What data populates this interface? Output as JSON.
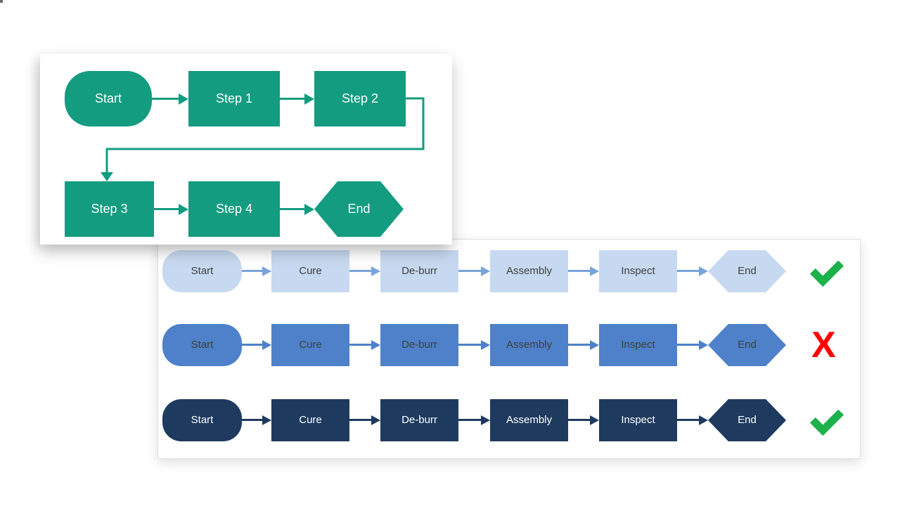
{
  "colors": {
    "green": "#139C80",
    "light_blue": "#C7D9F0",
    "light_arrow": "#7AA3DB",
    "medium_blue": "#4E81C9",
    "dark_navy": "#1E3A5F",
    "pass_green": "#1CB14B",
    "fail_red": "#FF0000",
    "text_dark": "#3F3F3F"
  },
  "example_flowchart": {
    "nodes": [
      {
        "shape": "stadium",
        "label": "Start"
      },
      {
        "shape": "rect",
        "label": "Step 1"
      },
      {
        "shape": "rect",
        "label": "Step 2"
      },
      {
        "shape": "rect",
        "label": "Step 3"
      },
      {
        "shape": "rect",
        "label": "Step 4"
      },
      {
        "shape": "hexagon",
        "label": "End"
      }
    ]
  },
  "comparison_panel": {
    "fail_glyph": "X",
    "rows": [
      {
        "style": "light",
        "status": "pass",
        "labels": [
          "Start",
          "Cure",
          "De-burr",
          "Assembly",
          "Inspect",
          "End"
        ]
      },
      {
        "style": "medium",
        "status": "fail",
        "labels": [
          "Start",
          "Cure",
          "De-burr",
          "Assembly",
          "Inspect",
          "End"
        ]
      },
      {
        "style": "dark",
        "status": "pass",
        "labels": [
          "Start",
          "Cure",
          "De-burr",
          "Assembly",
          "Inspect",
          "End"
        ]
      }
    ]
  }
}
